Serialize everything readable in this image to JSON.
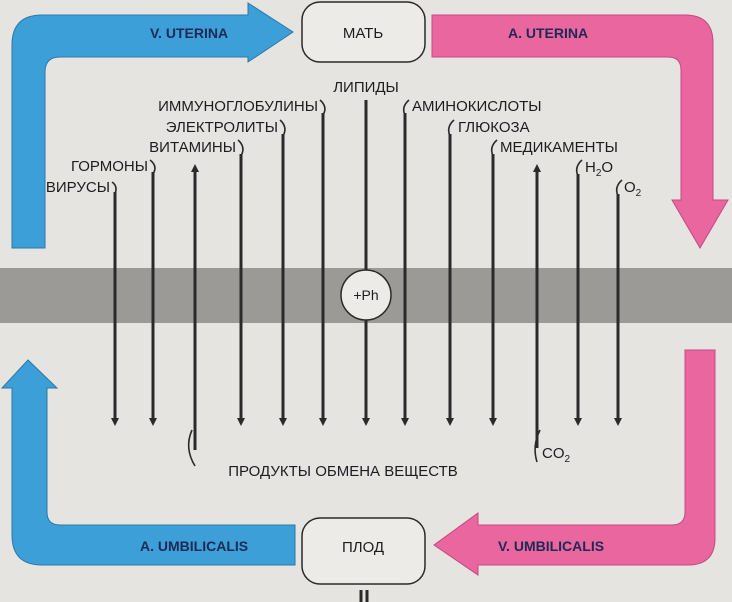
{
  "nodes": {
    "mother": "МАТЬ",
    "fetus": "ПЛОД",
    "placenta": "+Ph"
  },
  "vessels": {
    "v_uterina": "V. UTERINA",
    "a_uterina": "A. UTERINA",
    "a_umbilicalis": "A. UMBILICALIS",
    "v_umbilicalis": "V. UMBILICALIS"
  },
  "substances": {
    "viruses": "ВИРУСЫ",
    "hormones": "ГОРМОНЫ",
    "vitamins": "ВИТАМИНЫ",
    "electrolytes": "ЭЛЕКТРОЛИТЫ",
    "immunoglobulins": "ИММУНОГЛОБУЛИНЫ",
    "lipids": "ЛИПИДЫ",
    "amino_acids": "АМИНОКИСЛОТЫ",
    "glucose": "ГЛЮКОЗА",
    "drugs": "МЕДИКАМЕНТЫ",
    "water": {
      "a": "H",
      "sub": "2",
      "b": "O"
    },
    "oxygen": {
      "a": "O",
      "sub": "2"
    }
  },
  "return": {
    "metabolites": "ПРОДУКТЫ ОБМЕНА ВЕЩЕСТВ",
    "co2": {
      "a": "CO",
      "sub": "2"
    }
  },
  "colors": {
    "blue": "#3d9fd8",
    "pink": "#e9669e",
    "band": "#9c9a97"
  }
}
